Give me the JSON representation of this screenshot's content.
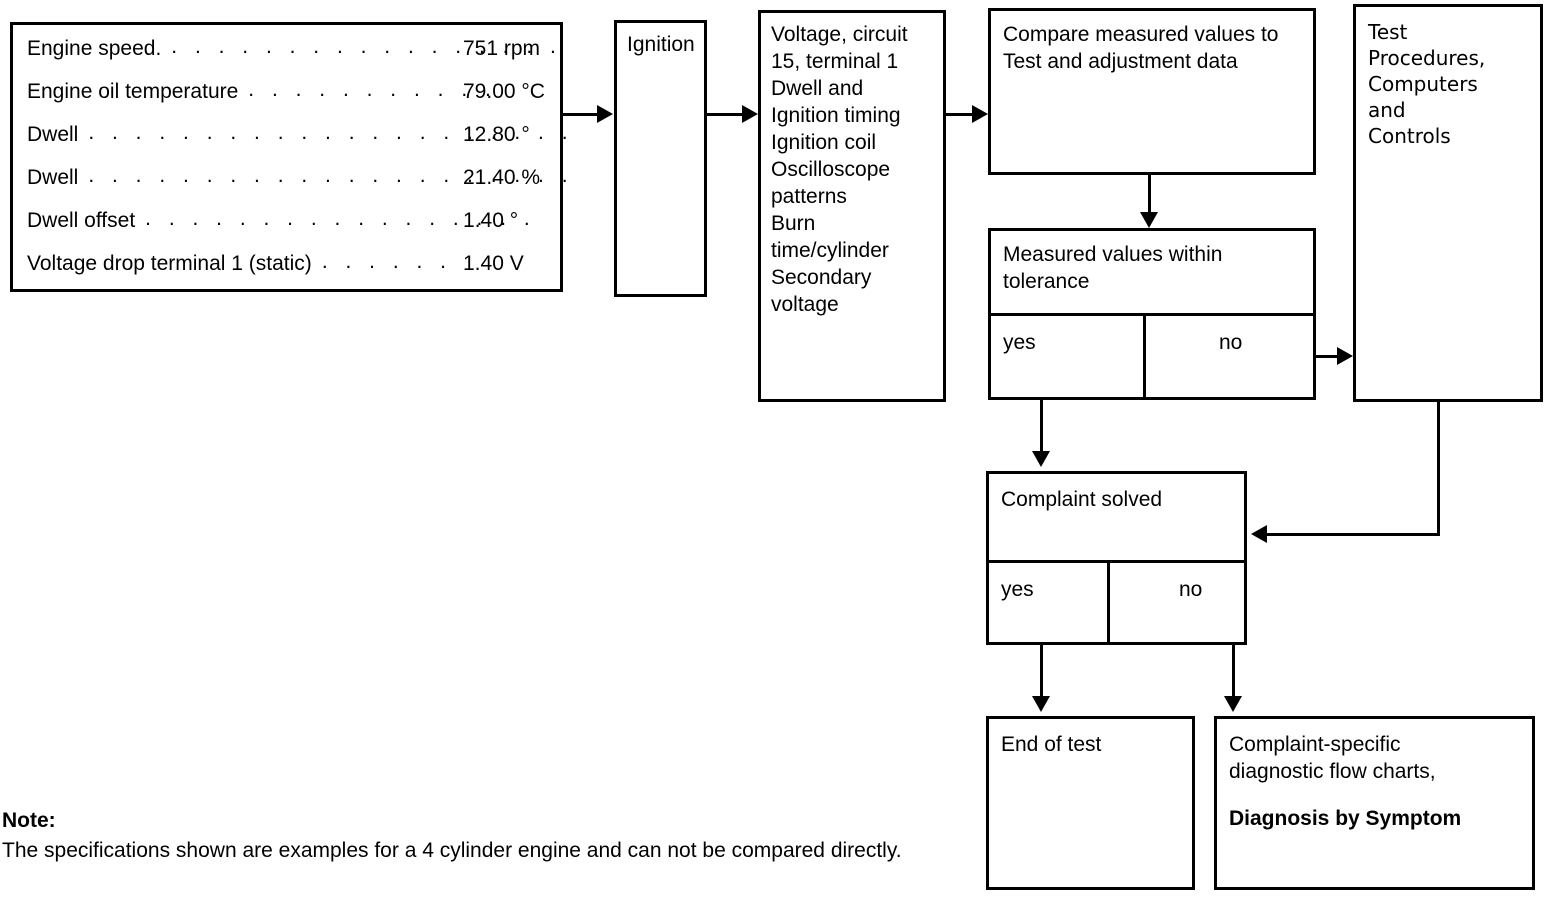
{
  "spec_box": {
    "rows": [
      {
        "label": "Engine speed.",
        "leader": ". . . . . . . . . . . . . . . . .",
        "value": "751 rpm"
      },
      {
        "label": "Engine oil temperature",
        "leader": ". . . . . . . . . . .",
        "value": "79.00 °C"
      },
      {
        "label": "Dwell",
        "leader": ". . . . . . . . . . . . . . . . . . . . .",
        "value": "12.80 °"
      },
      {
        "label": "Dwell",
        "leader": ". . . . . . . . . . . . . . . . . . . . .",
        "value": "21.40 %"
      },
      {
        "label": "Dwell offset",
        "leader": ". . . . . . . . . . . . . . . . .",
        "value": "1.40 °"
      },
      {
        "label": "Voltage drop terminal 1 (static)",
        "leader": ". . . . . .",
        "value": "1.40 V"
      }
    ]
  },
  "ignition": {
    "label": "Ignition"
  },
  "params": {
    "text": "Voltage, circuit\n15, terminal 1\nDwell and\nIgnition timing\nIgnition coil\nOscilloscope\npatterns\nBurn\ntime/cylinder\nSecondary\nvoltage"
  },
  "compare": {
    "text": "Compare measured values to\nTest and adjustment data"
  },
  "tolerance": {
    "text": "Measured values within\ntolerance",
    "yes": "yes",
    "no": "no"
  },
  "test_procedures": {
    "text": "Test\nProcedures,\nComputers\nand\nControls"
  },
  "solved": {
    "text": "Complaint solved",
    "yes": "yes",
    "no": "no"
  },
  "end_of_test": {
    "text": "End of test"
  },
  "flow_charts": {
    "line1": "Complaint-specific",
    "line2": "diagnostic flow charts,",
    "bold": "Diagnosis by Symptom"
  },
  "note": {
    "title": "Note:",
    "body": "The specifications shown are examples for a 4 cylinder engine and can not be compared directly."
  }
}
